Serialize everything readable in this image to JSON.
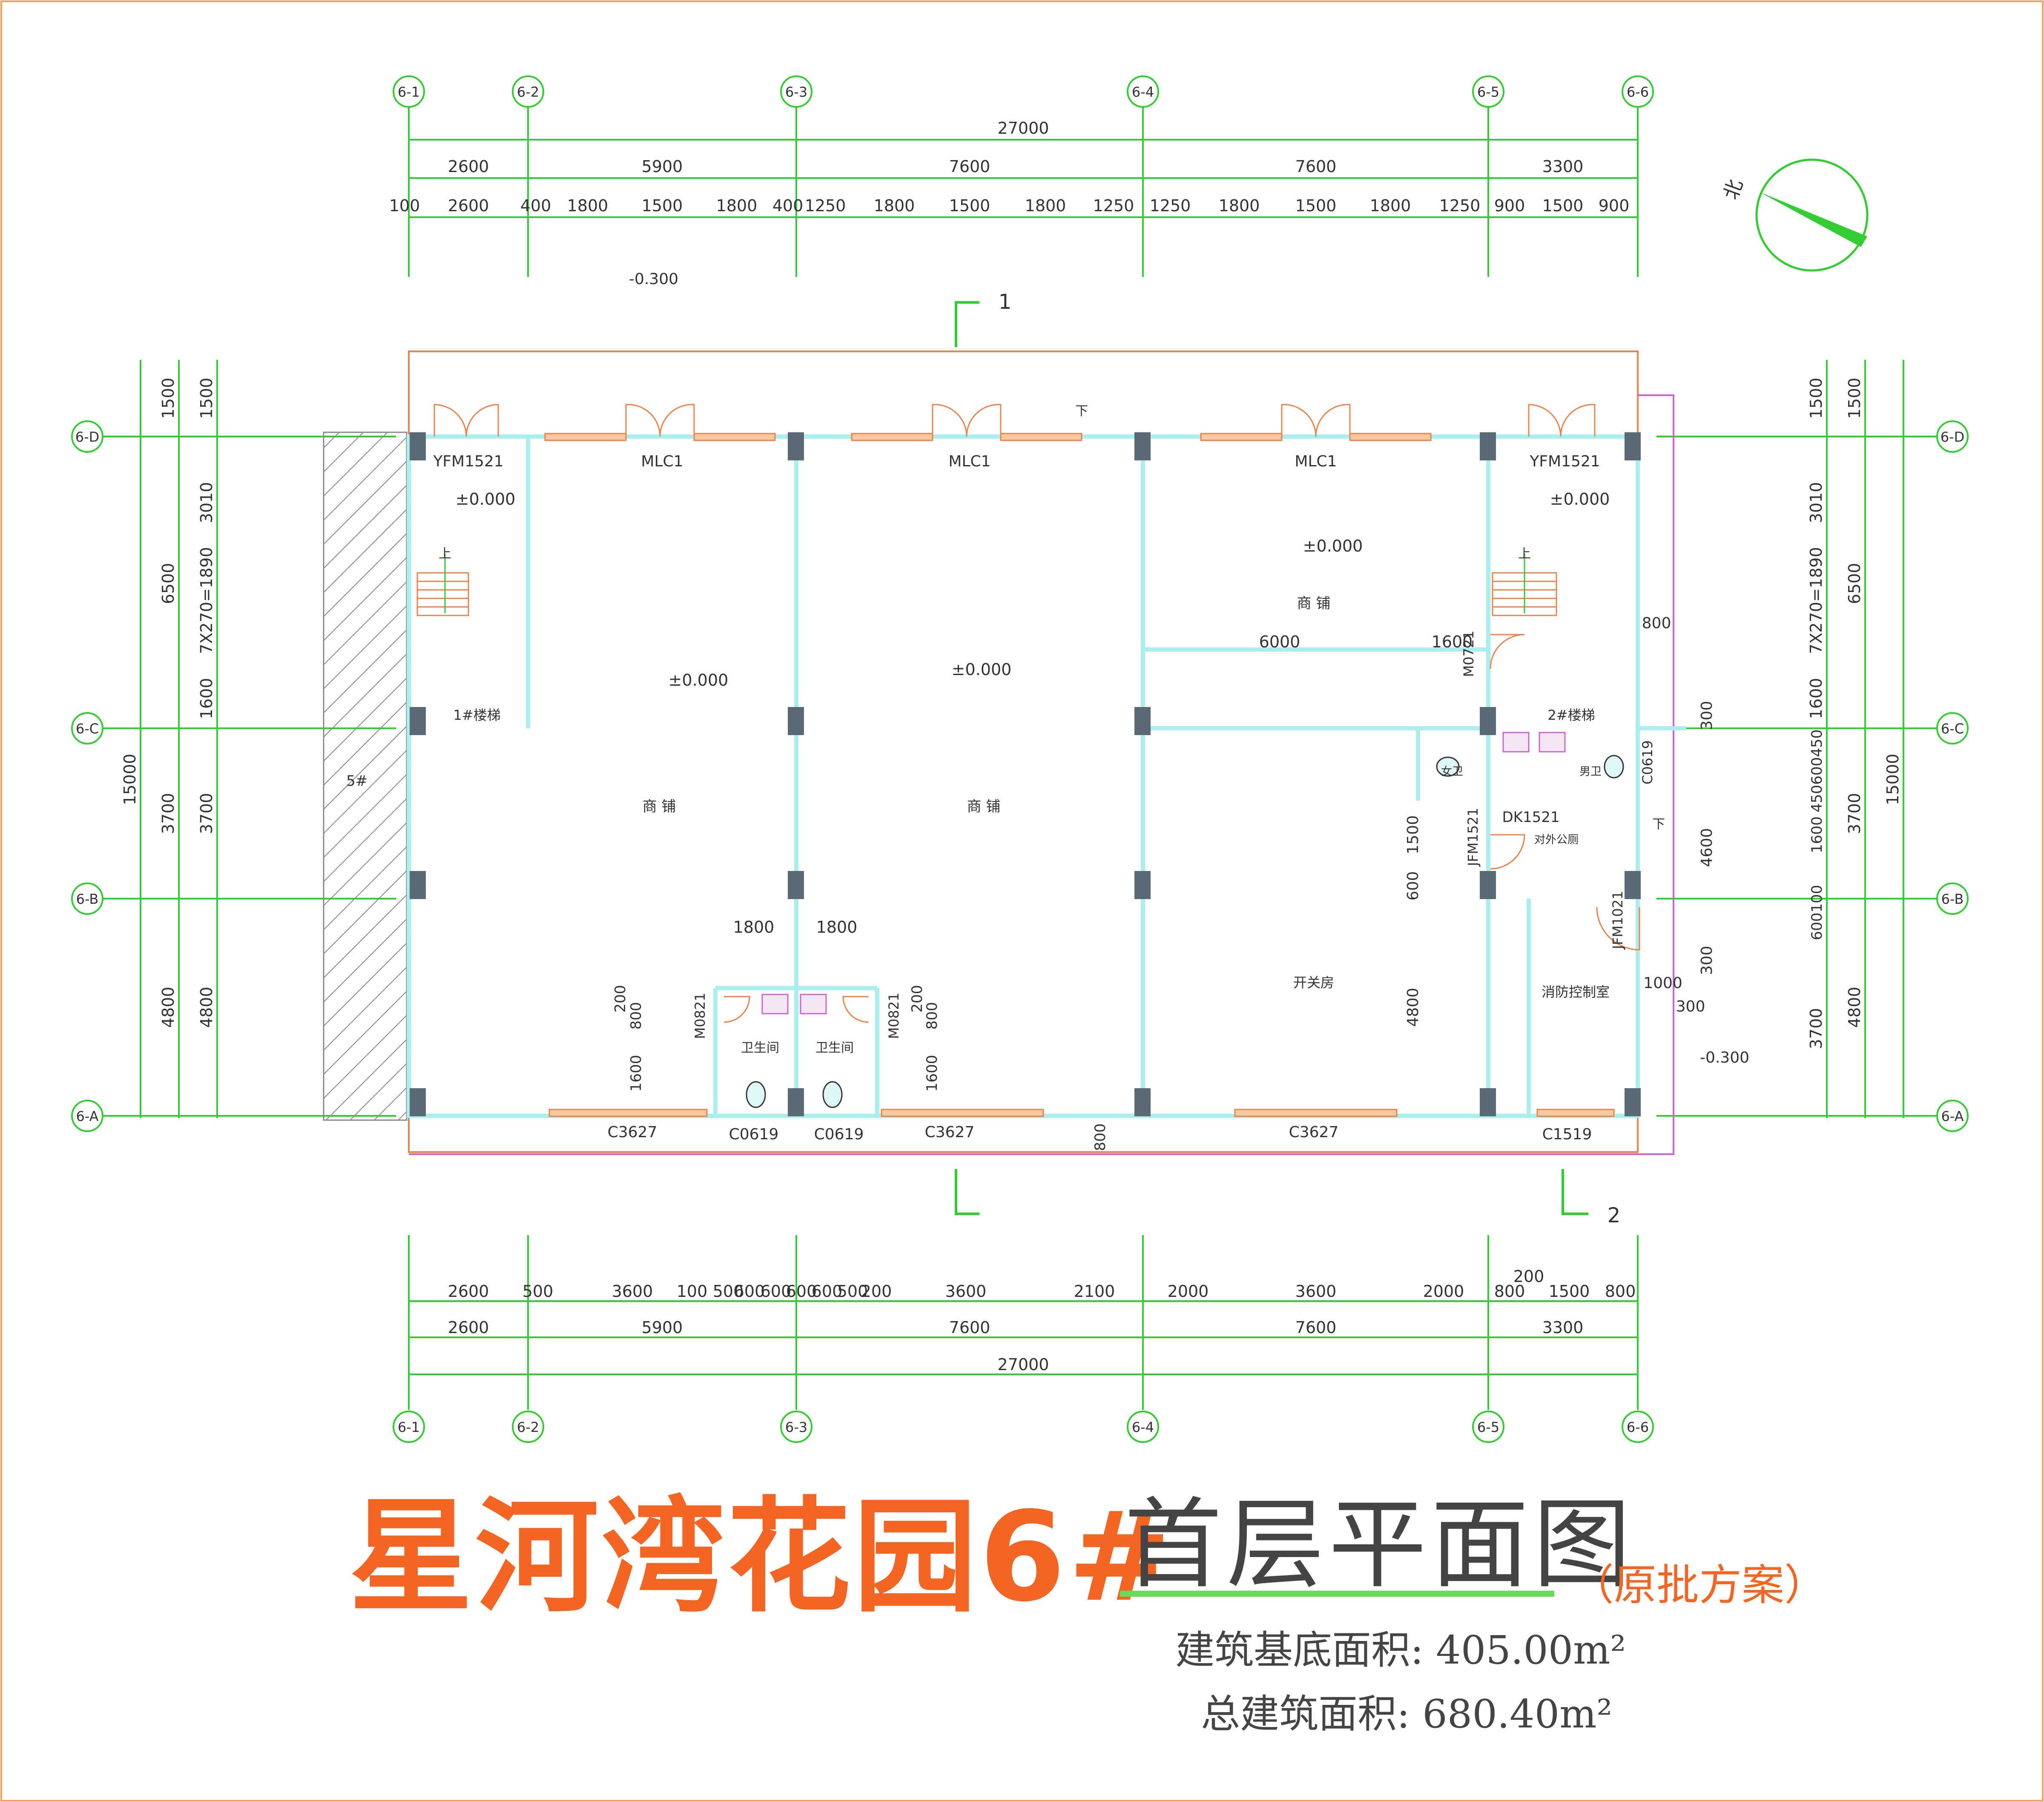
{
  "title": {
    "main": "星河湾花园6#",
    "sub": "首层平面图",
    "note": "（原批方案）"
  },
  "areas": {
    "base_label": "建筑基底面积",
    "base_value": "405.00m²",
    "total_label": "总建筑面积",
    "total_value": "680.40m²"
  },
  "axes": {
    "columns": [
      "6-1",
      "6-2",
      "6-3",
      "6-4",
      "6-5",
      "6-6"
    ],
    "rows": [
      "6-D",
      "6-C",
      "6-B",
      "6-A"
    ]
  },
  "dimensions": {
    "top_total": "27000",
    "top_bays": [
      "2600",
      "5900",
      "7600",
      "7600",
      "3300"
    ],
    "top_detail": [
      "100",
      "2600",
      "400",
      "1800",
      "1500",
      "1800",
      "400",
      "1250",
      "1800",
      "1500",
      "1800",
      "1250",
      "1250",
      "1800",
      "1500",
      "1800",
      "1250",
      "900",
      "1500",
      "900"
    ],
    "bottom_detail": [
      "2600",
      "500",
      "3600",
      "100",
      "500",
      "600",
      "600",
      "600",
      "600",
      "500",
      "200",
      "3600",
      "2100",
      "2000",
      "3600",
      "2000",
      "800",
      "200",
      "1500",
      "800"
    ],
    "bottom_bays": [
      "2600",
      "5900",
      "7600",
      "7600",
      "3300"
    ],
    "bottom_total": "27000",
    "left_outer": "15000",
    "left_mid": [
      "6500",
      "3700",
      "4800"
    ],
    "left_inner": [
      "1500",
      "3010",
      "7X270=1890",
      "1600",
      "3700",
      "4800"
    ],
    "left_top": "1500",
    "right_outer": "15000",
    "right_mid": [
      "6500",
      "3700",
      "4800"
    ],
    "right_inner": [
      "1500",
      "3010",
      "7X270=1890",
      "1600",
      "3700",
      "4800"
    ],
    "right_misc": [
      "1500",
      "300",
      "450",
      "600",
      "450",
      "1600",
      "100",
      "600",
      "1000",
      "3700"
    ],
    "stair_right_vert": [
      "300",
      "4600",
      "300"
    ],
    "toilet_widths": [
      "1800",
      "1800"
    ],
    "toilet_left_vert": [
      "200",
      "800",
      "1600"
    ],
    "toilet_right_vert": [
      "200",
      "800",
      "1600"
    ],
    "shop_inner": [
      "6000",
      "1600"
    ],
    "switch_vert": [
      "1500",
      "600",
      "4800"
    ],
    "misc_800_right": "800",
    "misc_800_bottom": "800",
    "misc_1000": "1000",
    "misc_300": "300"
  },
  "levels": {
    "minus_300": "-0.300",
    "zero": "±0.000"
  },
  "rooms": {
    "shop": "商 铺",
    "stair1": "1#楼梯",
    "stair2": "2#楼梯",
    "toilet": "卫生间",
    "switch_room": "开关房",
    "fire_control": "消防控制室",
    "female_wc": "女卫",
    "male_wc": "男卫",
    "public_wc": "对外公厕",
    "neighbor": "5#",
    "up": "上",
    "down": "下"
  },
  "doors_windows": {
    "yfm": "YFM1521",
    "mlc": "MLC1",
    "c3627": "C3627",
    "c0619": "C0619",
    "c1519": "C1519",
    "m0821": "M0821",
    "m0721": "M0721",
    "jfm1521": "JFM1521",
    "jfm1021": "JFM1021",
    "dk1521": "DK1521"
  },
  "sections": [
    "1",
    "2"
  ],
  "compass": {
    "label": "北"
  },
  "colors": {
    "dim_green": "#33cc33",
    "wall_cyan": "#aaeeee",
    "column_gray": "#5a6a75",
    "orange": "#f26522",
    "magenta": "#cc66cc"
  }
}
